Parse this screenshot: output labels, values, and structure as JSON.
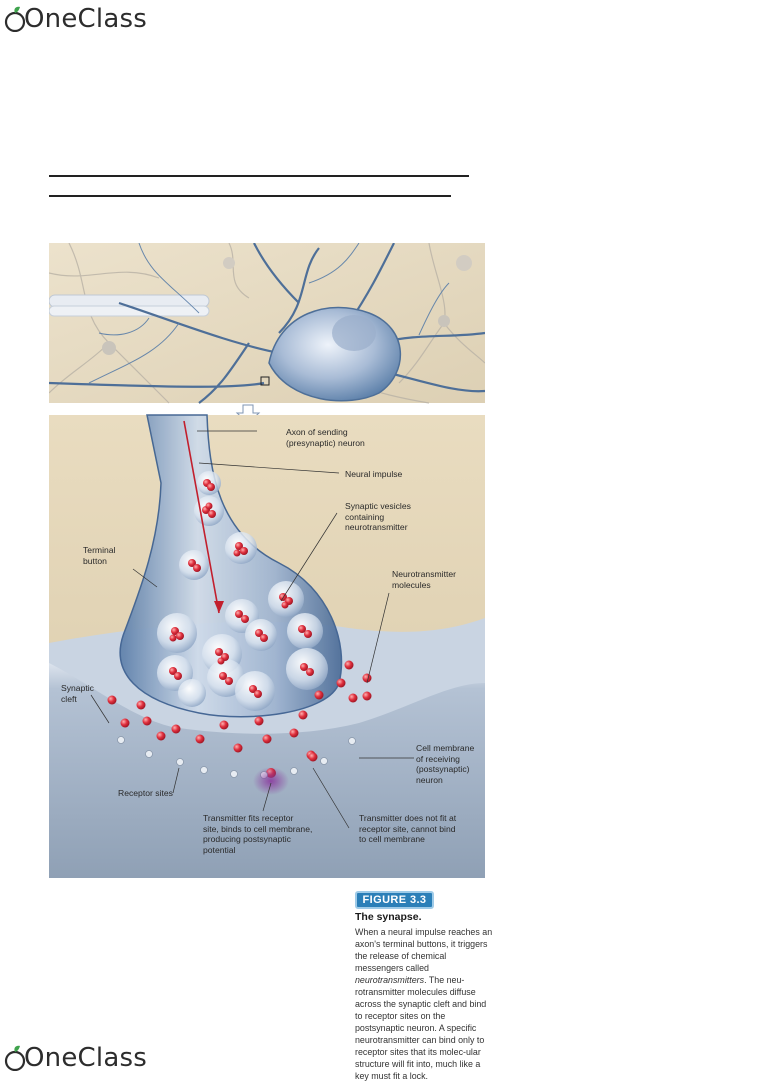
{
  "brand": {
    "name": "OneClass"
  },
  "figure": {
    "labels": {
      "axon": "Axon of sending\n(presynaptic) neuron",
      "neural_impulse": "Neural impulse",
      "vesicles": "Synaptic vesicles\ncontaining\nneurotransmitter",
      "terminal_button": "Terminal\nbutton",
      "nt_molecules": "Neurotransmitter\nmolecules",
      "synaptic_cleft": "Synaptic\ncleft",
      "cell_membrane": "Cell membrane\nof receiving\n(postsynaptic)\nneuron",
      "receptor_sites": "Receptor sites",
      "fits": "Transmitter fits receptor\nsite, binds to cell membrane,\nproducing postsynaptic\npotential",
      "not_fit": "Transmitter does not fit at\nreceptor site, cannot bind\nto cell membrane"
    }
  },
  "caption": {
    "badge": "FIGURE 3.3",
    "title": "The synapse.",
    "body_part1": "When a neural impulse reaches an axon's terminal buttons, it triggers the release of chemical messengers called ",
    "body_italic": "neurotransmitters",
    "body_part2": ". The neu-rotransmitter molecules diffuse across the synaptic cleft and bind to receptor sites on the postsynaptic neuron. A specific neurotransmitter can bind only to receptor sites that its molec-ular structure will fit into, much like a key must fit a lock."
  },
  "colors": {
    "accent": "#2b7fb8",
    "neuron_blue": "#5a7ea8",
    "background_tan": "#e8dcc4",
    "molecule_red": "#d6283a",
    "postsynaptic_gray": "#8fa0b5"
  },
  "icons": [
    "oneclass-leaf-icon",
    "down-arrow-icon"
  ]
}
